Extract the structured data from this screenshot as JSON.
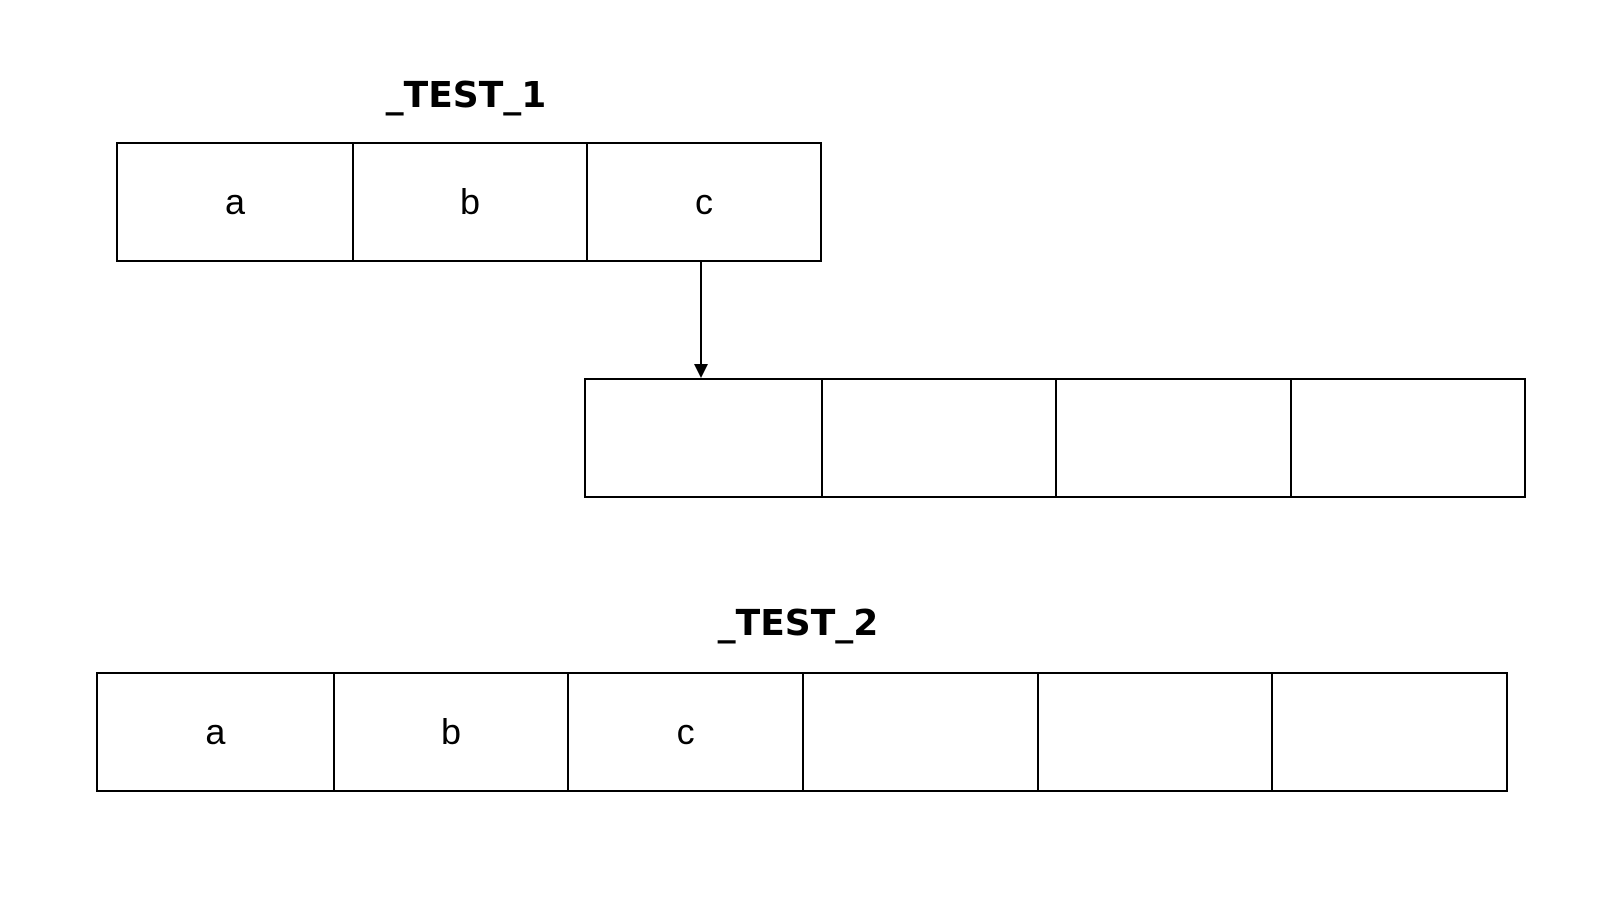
{
  "test1": {
    "title": "_TEST_1",
    "cells": [
      "a",
      "b",
      "c"
    ]
  },
  "pointee": {
    "cells": [
      "",
      "",
      "",
      ""
    ]
  },
  "test2": {
    "title": "_TEST_2",
    "cells": [
      "a",
      "b",
      "c",
      "",
      "",
      ""
    ]
  },
  "colors": {
    "stroke": "#000000",
    "background": "#ffffff"
  }
}
